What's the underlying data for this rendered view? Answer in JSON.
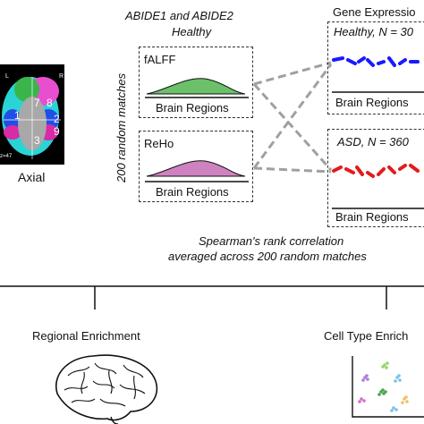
{
  "top_labels": {
    "abide": "ABIDE1 and ABIDE2",
    "healthy": "Healthy",
    "gene_expression": "Gene Expressio",
    "matches_vertical": "200 random matches"
  },
  "axial": {
    "caption": "Axial",
    "region_labels": [
      "1",
      "2",
      "3",
      "7",
      "8",
      "9",
      "L",
      "R"
    ],
    "z_label": "z=47"
  },
  "panels": {
    "falff": {
      "title": "fALFF",
      "xlabel": "Brain Regions",
      "fill": "#6cc06a"
    },
    "reho": {
      "title": "ReHo",
      "xlabel": "Brain Regions",
      "fill": "#cf82c0"
    }
  },
  "gene_panels": {
    "healthy": {
      "title": "Healthy, N = 30",
      "xlabel": "Brain Regions",
      "color": "#1a1aff"
    },
    "asd": {
      "title": "ASD, N = 360",
      "xlabel": "Brain Regions",
      "color": "#e41a1c"
    }
  },
  "spearman": {
    "line1": "Spearman's rank correlation",
    "line2": "averaged across 200 random matches"
  },
  "bottom": {
    "regional": "Regional Enrichment",
    "celltype": "Cell Type Enrich"
  },
  "cluster_colors": [
    "#9ad26b",
    "#b07ad8",
    "#7cc0e6",
    "#4aa34a",
    "#d66acb",
    "#f0c060"
  ]
}
